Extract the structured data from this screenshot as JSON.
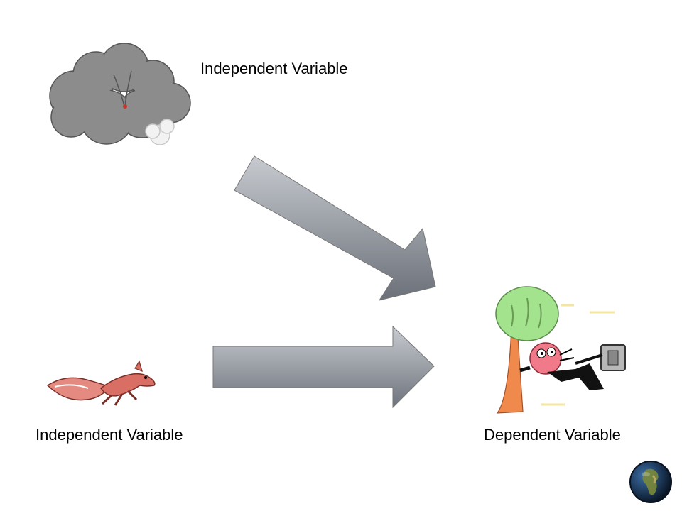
{
  "diagram": {
    "labels": {
      "cloud_variable": "Independent Variable",
      "squirrel_variable": "Independent Variable",
      "result_variable": "Dependent Variable"
    },
    "icons": {
      "cloud": "storm-cloud-icon",
      "squirrel": "squirrel-icon",
      "windblown_person": "windblown-person-icon",
      "globe": "globe-icon"
    },
    "colors": {
      "arrow_light": "#c3c7cc",
      "arrow_dark": "#6b7079",
      "cloud": "#8a8a8a",
      "squirrel": "#d9746a",
      "tree_foliage": "#9fe08a",
      "tree_trunk": "#f08a4c"
    }
  }
}
